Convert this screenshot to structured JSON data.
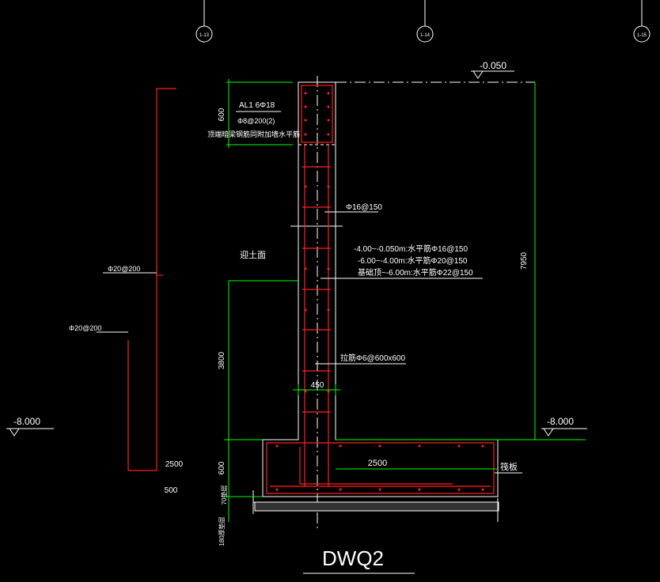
{
  "drawing": {
    "title": "DWQ2",
    "axes": [
      "1-13",
      "1-14",
      "1-15"
    ],
    "elevations": {
      "top": "-0.050",
      "bottom_left": "-8.000",
      "bottom_right": "-8.000"
    },
    "dimensions": {
      "top_600": "600",
      "height_7950": "7950",
      "height_3800": "3800",
      "width_450": "450",
      "slab_2500": "2500",
      "left_2500": "2500",
      "left_500": "500",
      "base_600": "600",
      "layer_70": "70垫层",
      "layer_180": "180厚垫层"
    },
    "notes": {
      "beam": "AL1 6Φ18",
      "stirrup": "Φ8@200(2)",
      "beam_note": "顶端暗梁钢筋同附加墙水平筋",
      "vert": "Φ16@150",
      "soil_face": "迎土面",
      "horiz_1": "-4.00~-0.050m:水平筋Φ16@150",
      "horiz_2": "-6.00~-4.00m:水平筋Φ20@150",
      "horiz_3": "基础顶~-6.00m:水平筋Φ22@150",
      "bar_200_a": "Φ20@200",
      "bar_200_b": "Φ20@200",
      "tie": "拉筋Φ6@600x600",
      "raft": "筏板"
    }
  },
  "colors": {
    "background": "#000000",
    "text": "#ffffff",
    "outline": "#ffffff",
    "dimension": "#00ff00",
    "rebar": "#ff2020",
    "leader": "#ffffff"
  }
}
